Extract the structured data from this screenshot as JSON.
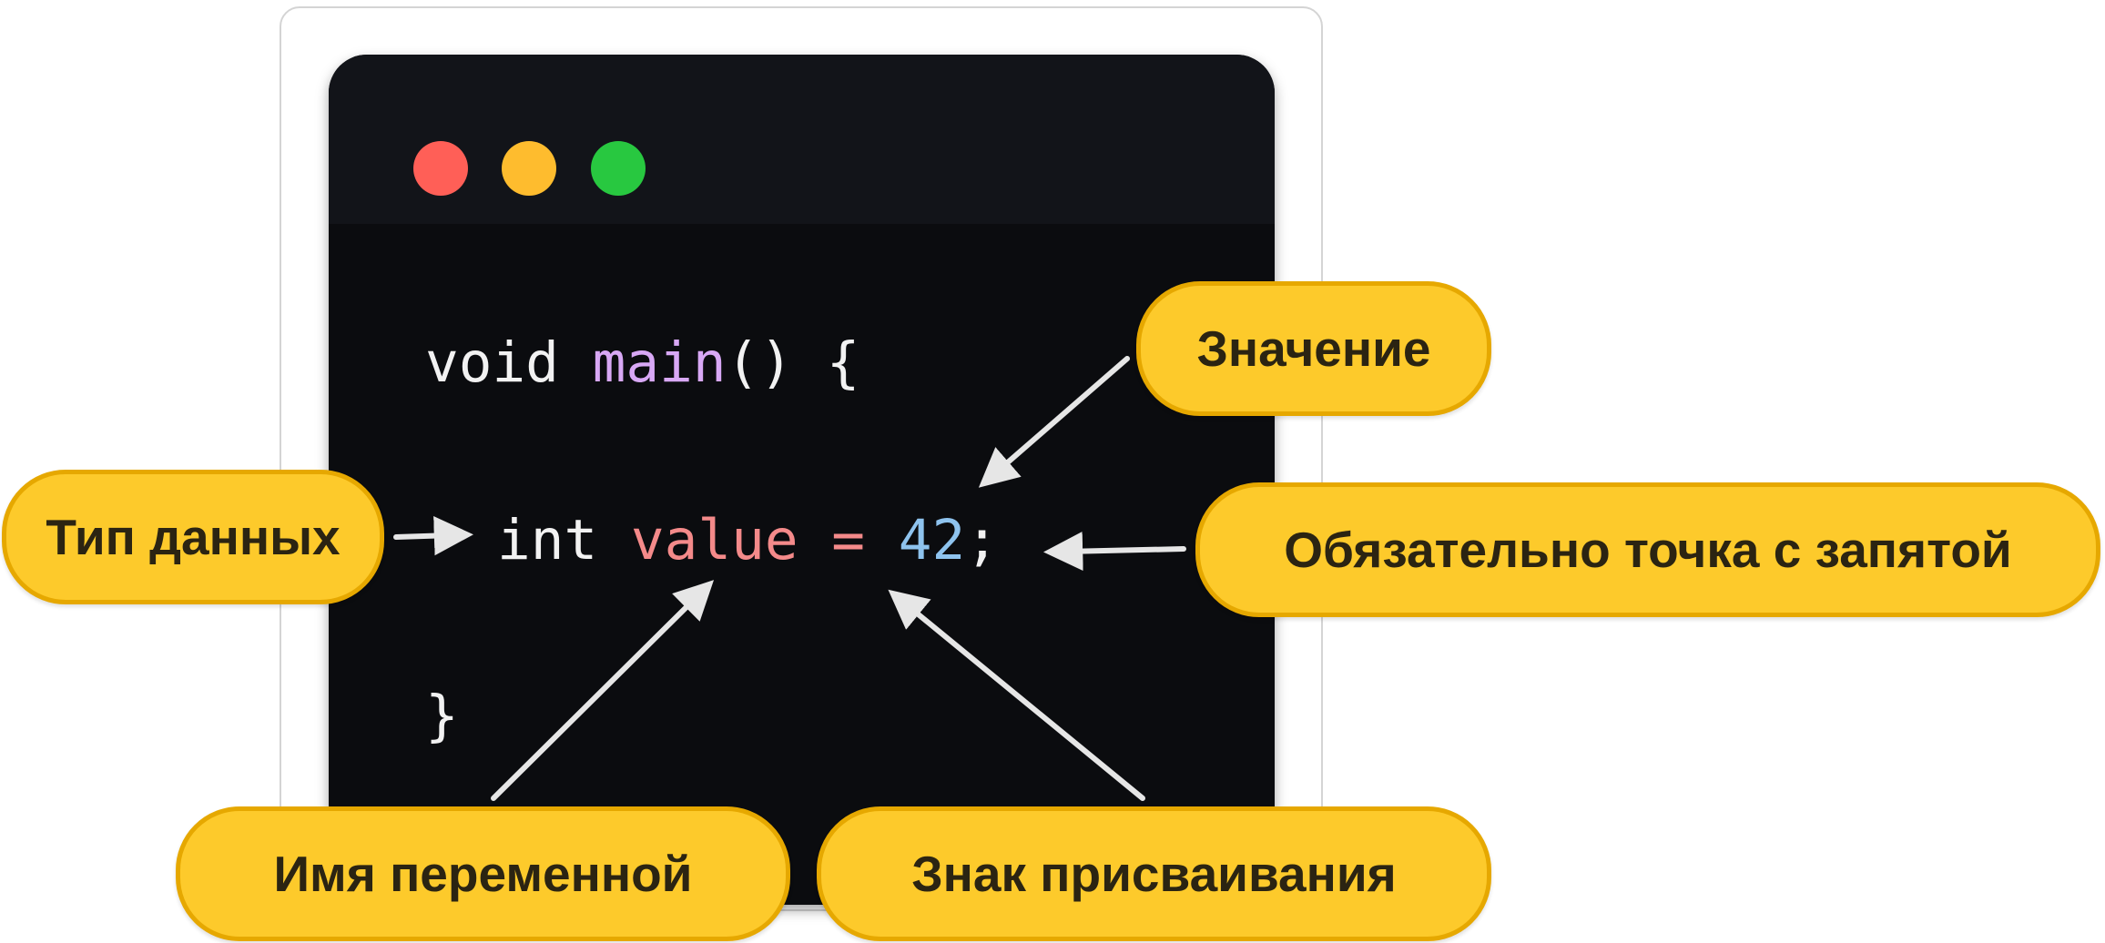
{
  "colors": {
    "window_dot_close": "#ff5f57",
    "window_dot_minimize": "#febc2e",
    "window_dot_zoom": "#28c840",
    "callout_fill": "#fdca2b",
    "callout_border": "#e6a800",
    "code_background": "#0b0c0f",
    "arrow": "#e6e6e6"
  },
  "code": {
    "line1": {
      "keyword": "void",
      "function_name": "main",
      "punctuation": "() {"
    },
    "line2": {
      "type": "int",
      "variable": "value",
      "operator": "=",
      "number": "42",
      "terminator": ";"
    },
    "line3": {
      "closing": "}"
    }
  },
  "callouts": {
    "data_type": "Тип данных",
    "value": "Значение",
    "semicolon": "Обязательно точка с запятой",
    "variable_name": "Имя переменной",
    "assignment": "Знак присваивания"
  }
}
